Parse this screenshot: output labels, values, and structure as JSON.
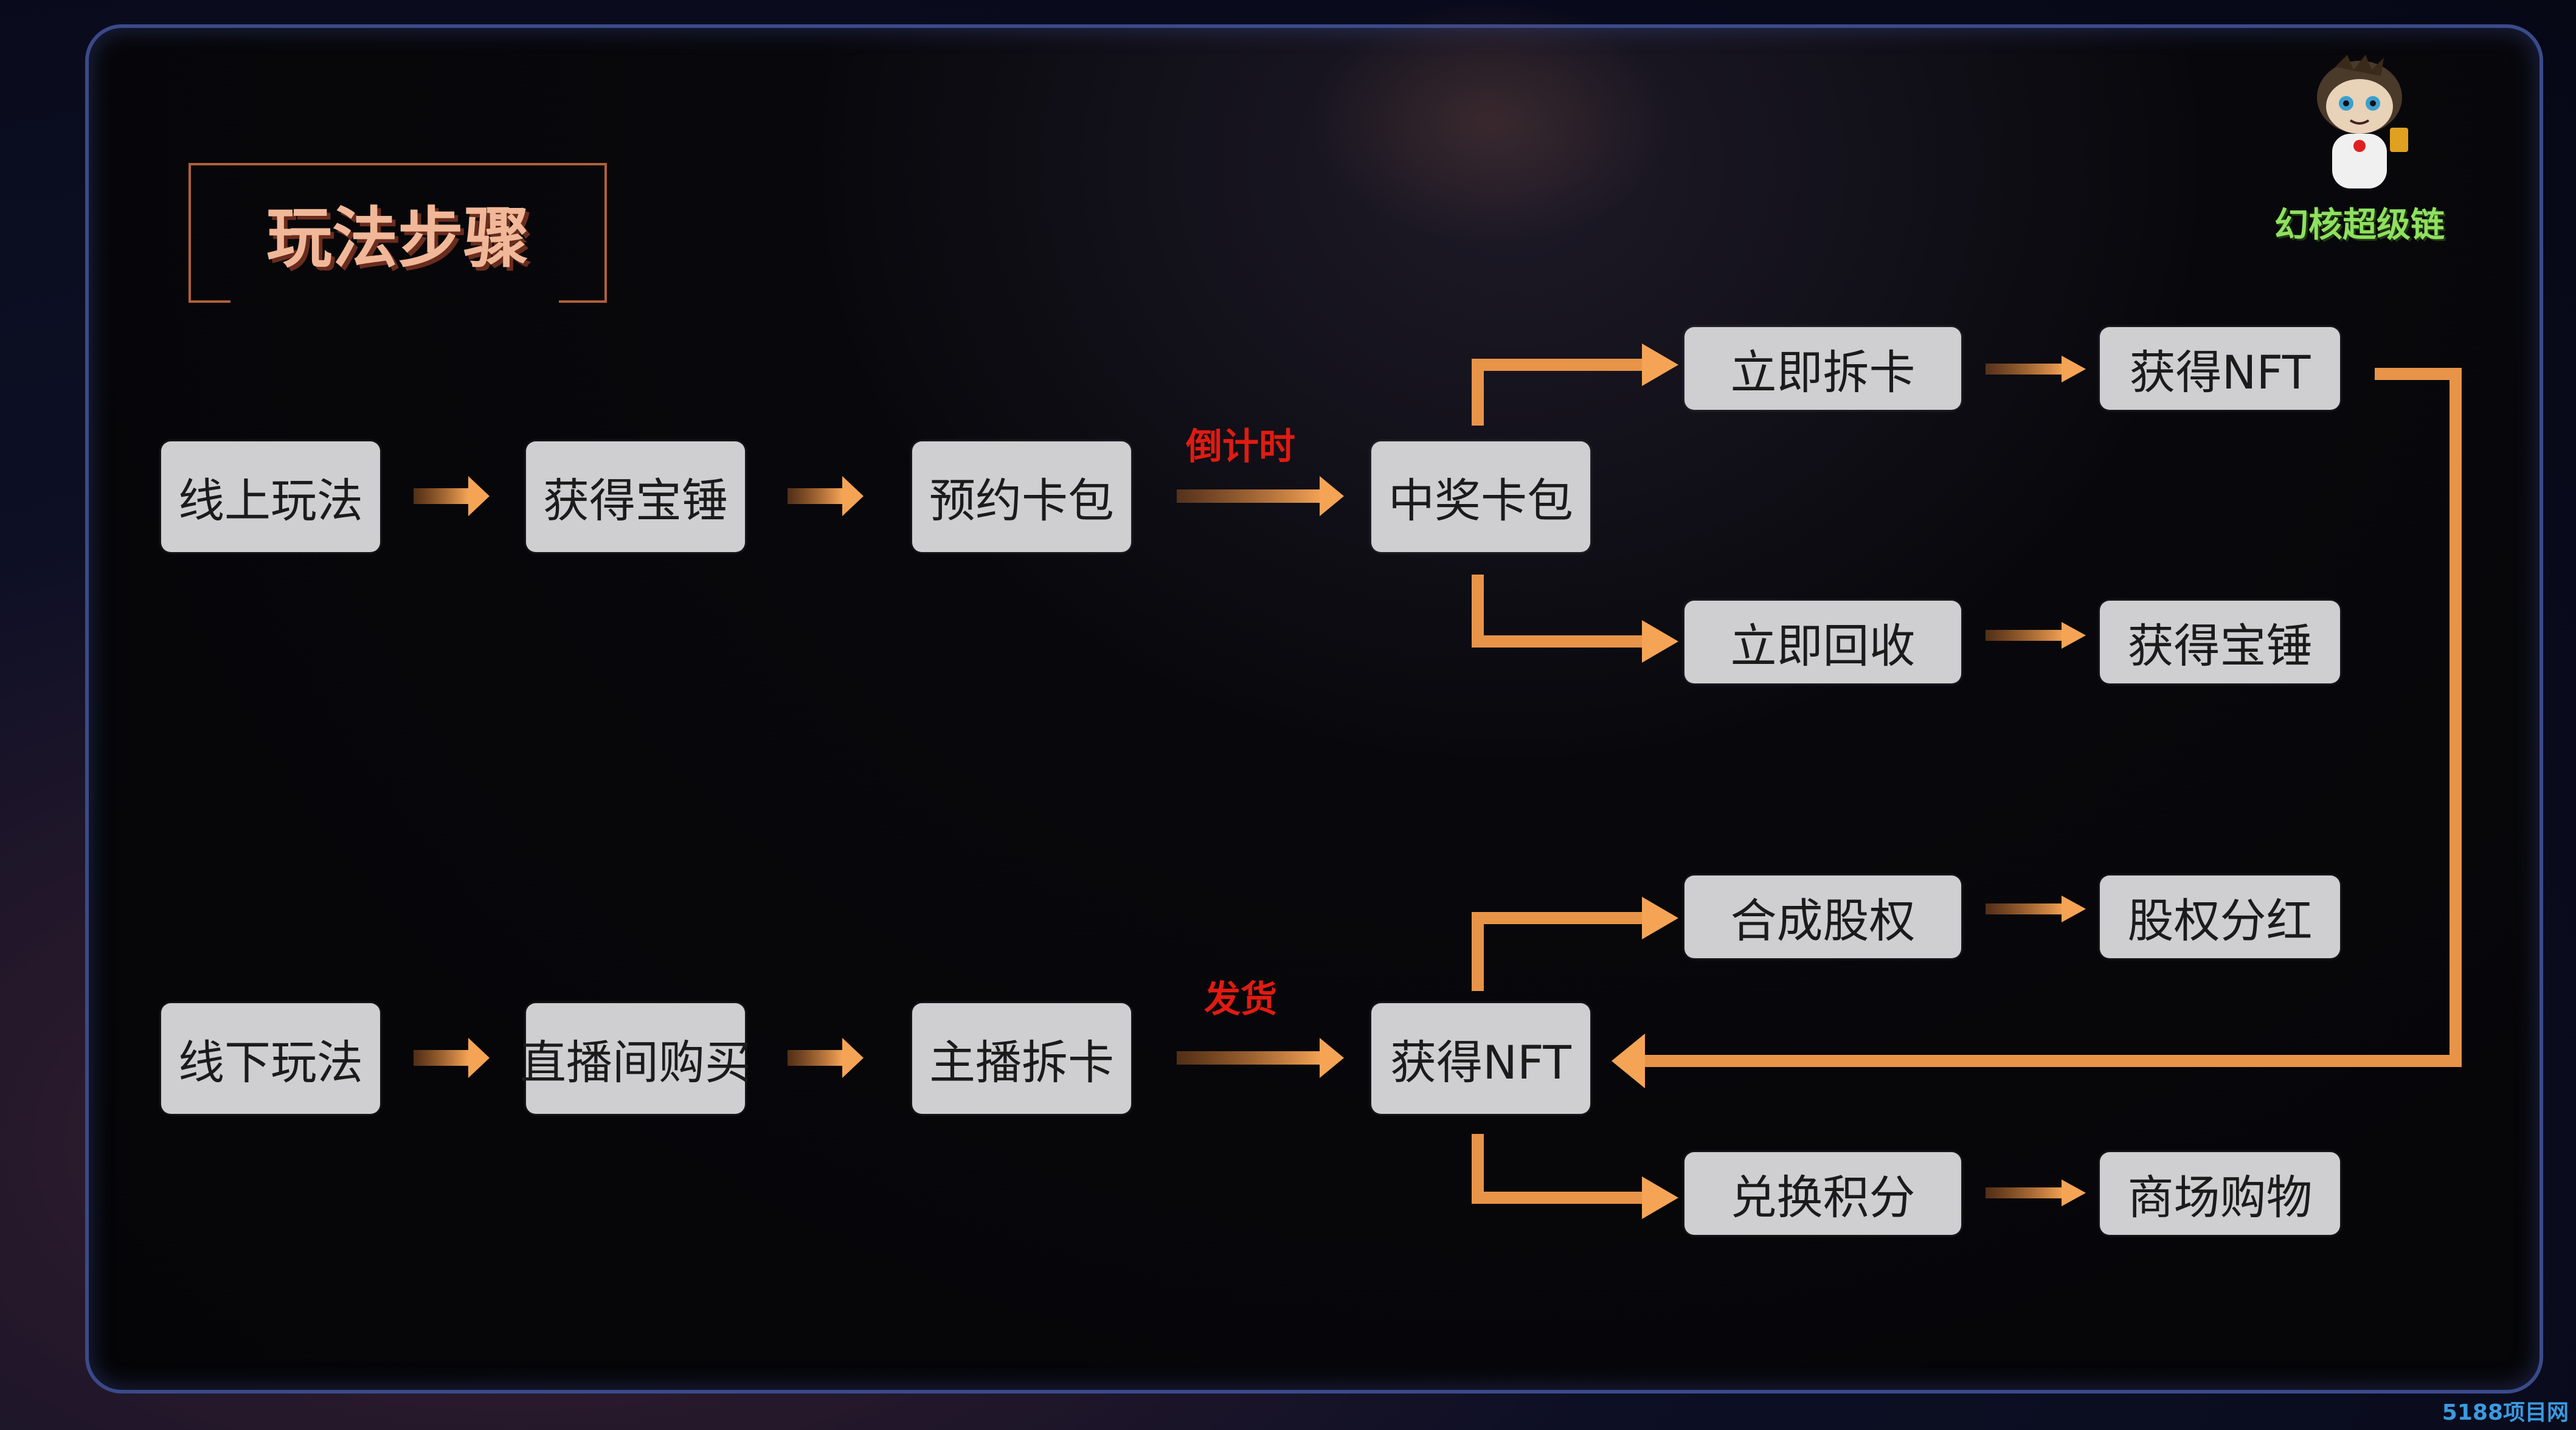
{
  "title": "玩法步骤",
  "logo": {
    "text": "幻核超级链"
  },
  "watermark": "5188项目网",
  "online_row": {
    "nodes": [
      "线上玩法",
      "获得宝锤",
      "预约卡包",
      "中奖卡包"
    ],
    "arrow_label": "倒计时"
  },
  "online_branches": {
    "top": [
      "立即拆卡",
      "获得NFT"
    ],
    "bottom": [
      "立即回收",
      "获得宝锤"
    ]
  },
  "offline_row": {
    "nodes": [
      "线下玩法",
      "直播间购买",
      "主播拆卡",
      "获得NFT"
    ],
    "arrow_label": "发货"
  },
  "offline_branches": {
    "top": [
      "合成股权",
      "股权分红"
    ],
    "bottom": [
      "兑换积分",
      "商场购物"
    ]
  },
  "colors": {
    "arrow": "#f0a050",
    "label_red": "#e01b12",
    "node_bg": "#cfcfd1"
  }
}
